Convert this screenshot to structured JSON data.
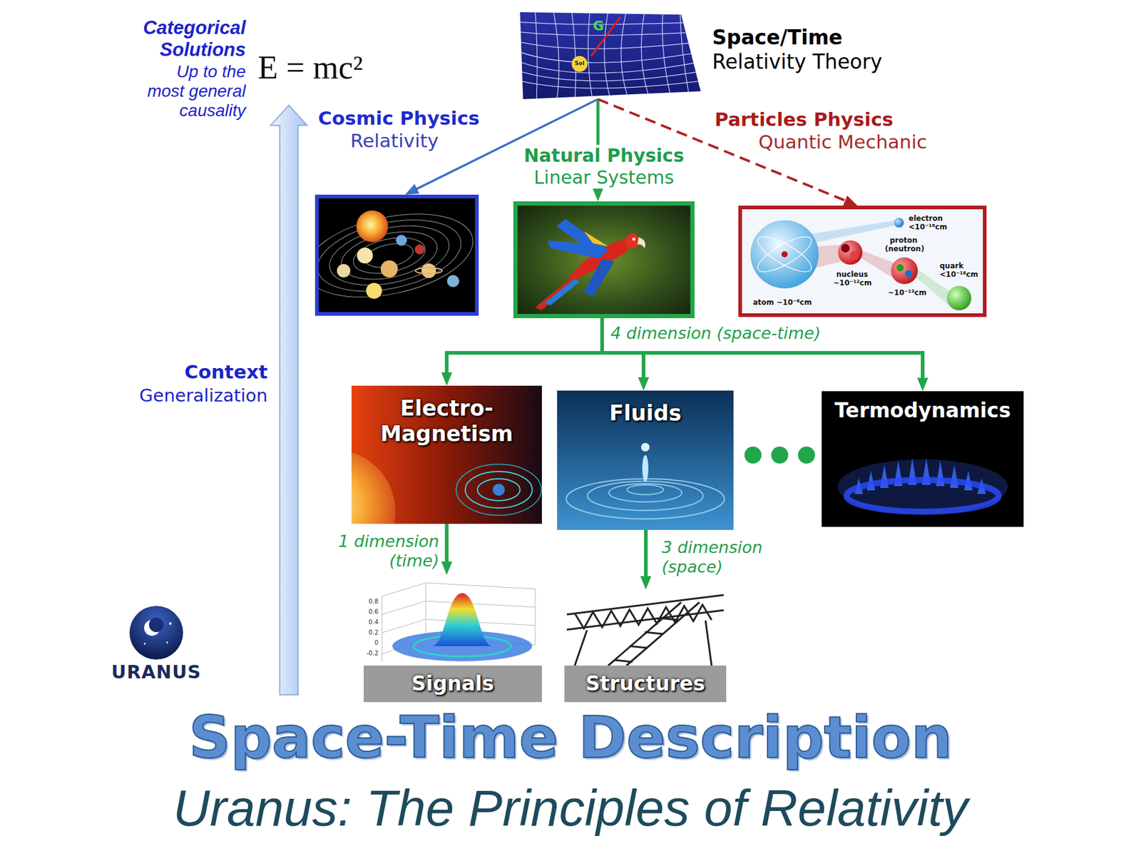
{
  "diagram": {
    "title": "Space-Time Description",
    "caption": "Uranus: The Principles of Relativity",
    "nodes": [
      {
        "text": [
          "Space/Time",
          "Relativity Theory"
        ]
      },
      {
        "text": [
          "Cosmic Physics",
          "Relativity"
        ]
      },
      {
        "text": [
          "Natural Physics",
          "Linear Systems"
        ]
      },
      {
        "text": [
          "Particles Physics",
          "Quantic Mechanic"
        ]
      },
      {
        "text": [
          "Electro-Magnetism"
        ]
      },
      {
        "text": [
          "Fluids"
        ]
      },
      {
        "text": [
          "Termodynamics"
        ]
      },
      {
        "text": [
          "Signals"
        ]
      },
      {
        "text": [
          "Structures"
        ]
      }
    ],
    "edges": [
      {
        "from": 0,
        "to": 1,
        "arrow": "to"
      },
      {
        "from": 0,
        "to": 2,
        "arrow": "to"
      },
      {
        "from": 0,
        "to": 3,
        "arrow": "to"
      },
      {
        "from": 2,
        "to": 4,
        "arrow": "to"
      },
      {
        "from": 2,
        "to": 5,
        "label": "4 dimension (space-time)",
        "arrow": "to"
      },
      {
        "from": 2,
        "to": 6,
        "arrow": "to"
      },
      {
        "from": 4,
        "to": 7,
        "label": "1 dimension (time)",
        "arrow": "to"
      },
      {
        "from": 5,
        "to": 8,
        "label": "3 dimension (space)",
        "arrow": "to"
      }
    ],
    "labels": [
      "Categorical Solutions",
      "Up to the most general causality",
      "E = mc²",
      "Context",
      "Generalization",
      "G",
      "Sol",
      "electron",
      "<10⁻¹⁶cm",
      "proton",
      "(neutron)",
      "quark",
      "<10⁻¹⁸cm",
      "nucleus",
      "~10⁻¹²cm",
      "atom ~10⁻⁸cm",
      "~10⁻¹³cm",
      "0.8",
      "0.6",
      "0.4",
      "0.2",
      "0",
      "-0.2",
      "URANUS"
    ]
  }
}
